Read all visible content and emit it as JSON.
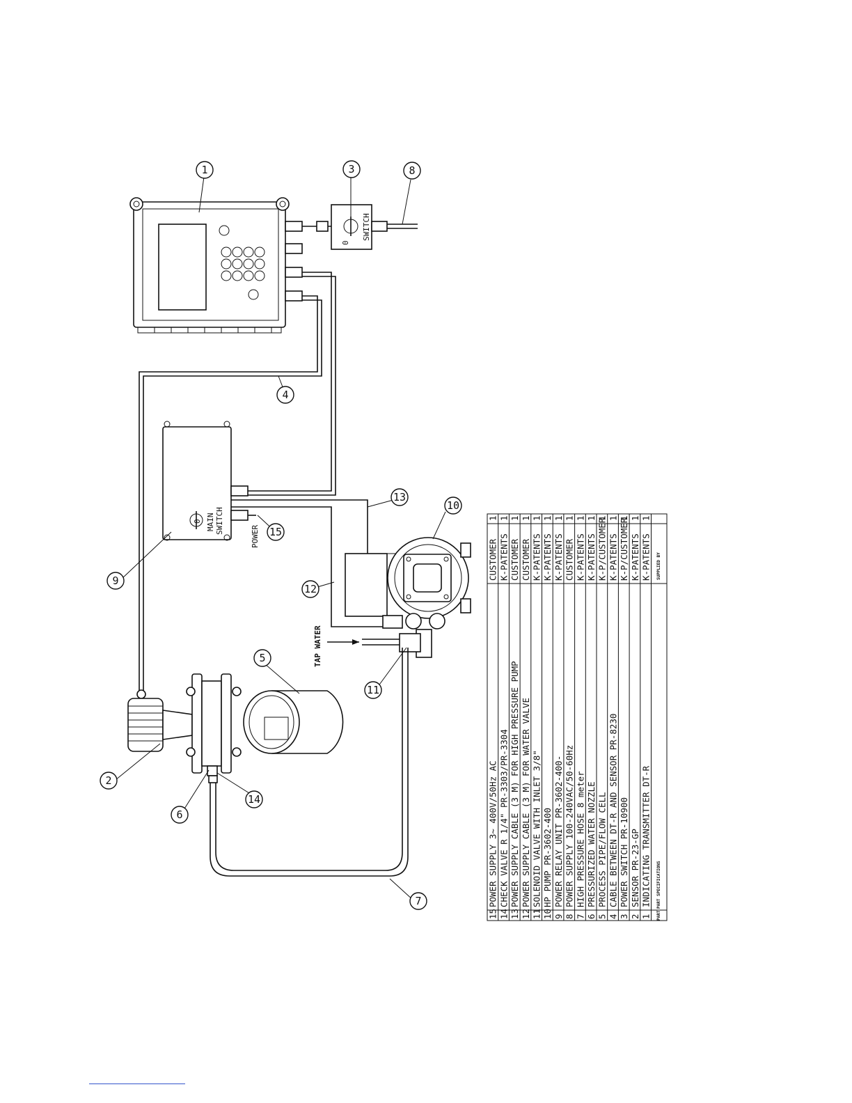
{
  "labels": {
    "switch": "SWITCH",
    "switch_zero": "0",
    "main_switch_1": "MAIN",
    "main_switch_2": "SWITCH",
    "main_zero": "0",
    "power": "POWER",
    "tap_water": "TAP WATER"
  },
  "bubbles": [
    "1",
    "2",
    "3",
    "4",
    "5",
    "6",
    "7",
    "8",
    "9",
    "10",
    "11",
    "12",
    "13",
    "14",
    "15"
  ],
  "parts_table": {
    "header_part": "PART",
    "header_spec": "PART SPECIFICATIONS",
    "header_supplied": "SUPPLIED BY",
    "rows": [
      {
        "part": "15",
        "spec": "POWER SUPPLY 3~ 400V/50Hz AC",
        "supplied": "CUSTOMER",
        "qty": "1"
      },
      {
        "part": "14",
        "spec": "CHECK VALVE R 1/4\" PR-3303/PR-3304",
        "supplied": "K-PATENTS",
        "qty": "1"
      },
      {
        "part": "13",
        "spec": "POWER SUPPLY CABLE (3 M) FOR HIGH PRESSURE PUMP",
        "supplied": "CUSTOMER",
        "qty": "1"
      },
      {
        "part": "12",
        "spec": "POWER SUPPLY CABLE (3 M) FOR WATER VALVE",
        "supplied": "CUSTOMER",
        "qty": "1"
      },
      {
        "part": "11",
        "spec": "SOLENOID VALVE WITH INLET 3/8\"",
        "supplied": "K-PATENTS",
        "qty": "1"
      },
      {
        "part": "10",
        "spec": "HP PUMP PR-3602-400",
        "supplied": "K-PATENTS",
        "qty": "1"
      },
      {
        "part": "9",
        "spec": "POWER RELAY UNIT PR-3602-400-",
        "supplied": "K-PATENTS",
        "qty": "1"
      },
      {
        "part": "8",
        "spec": "POWER SUPPLY 100-240VAC/50-60Hz",
        "supplied": "CUSTOMER",
        "qty": "1"
      },
      {
        "part": "7",
        "spec": "HIGH PRESSURE HOSE 8 meter",
        "supplied": "K-PATENTS",
        "qty": "1"
      },
      {
        "part": "6",
        "spec": "PRESSURIZED WATER NOZZLE",
        "supplied": "K-PATENTS",
        "qty": "1"
      },
      {
        "part": "5",
        "spec": "PROCESS PIPE/FLOW CELL",
        "supplied": "K-P/CUSTOMER",
        "qty": "1"
      },
      {
        "part": "4",
        "spec": "CABLE BETWEEN DT-R AND SENSOR PR-8230",
        "supplied": "K-PATENTS",
        "qty": "1"
      },
      {
        "part": "3",
        "spec": "POWER SWITCH PR-10900",
        "supplied": "K-P/CUSTOMER",
        "qty": "1"
      },
      {
        "part": "2",
        "spec": "SENSOR PR-23-GP",
        "supplied": "K-PATENTS",
        "qty": "1"
      },
      {
        "part": "1",
        "spec": "INDICATING TRANSMITTER DT-R",
        "supplied": "K-PATENTS",
        "qty": "1"
      }
    ]
  }
}
